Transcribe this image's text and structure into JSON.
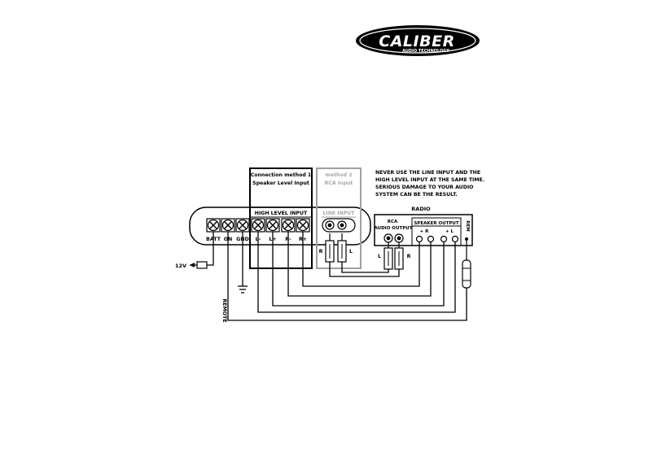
{
  "logo": {
    "main": "CALIBER",
    "sub": "AUDIO TECHNOLOGY"
  },
  "warning": [
    "NEVER USE THE LINE INPUT AND THE",
    "HIGH LEVEL INPUT AT THE SAME TIME.",
    "SERIOUS DAMAGE TO YOUR AUDIO",
    "SYSTEM CAN BE THE RESULT."
  ],
  "method1": {
    "title": "Connection method 1",
    "subtitle": "Speaker Level Input"
  },
  "method2": {
    "title": "method 2",
    "subtitle": "RCA Input"
  },
  "amp": {
    "high_level_label": "HIGH LEVEL INPUT",
    "line_input_label": "LINE INPUT",
    "terminals": [
      "BATT",
      "ON",
      "GND",
      "L-",
      "L+",
      "R-",
      "R+"
    ]
  },
  "radio": {
    "title": "RADIO",
    "rca_label_1": "RCA",
    "rca_label_2": "AUDIO OUTPUT",
    "speaker_output": "SPEAKER OUTPUT",
    "rem": "REM",
    "plus_r": "+ R",
    "plus_l": "+ L"
  },
  "labels": {
    "v12": "12V",
    "remote": "REMOTE",
    "amp_r": "R",
    "amp_l": "L",
    "radio_l": "L",
    "radio_r": "R"
  }
}
